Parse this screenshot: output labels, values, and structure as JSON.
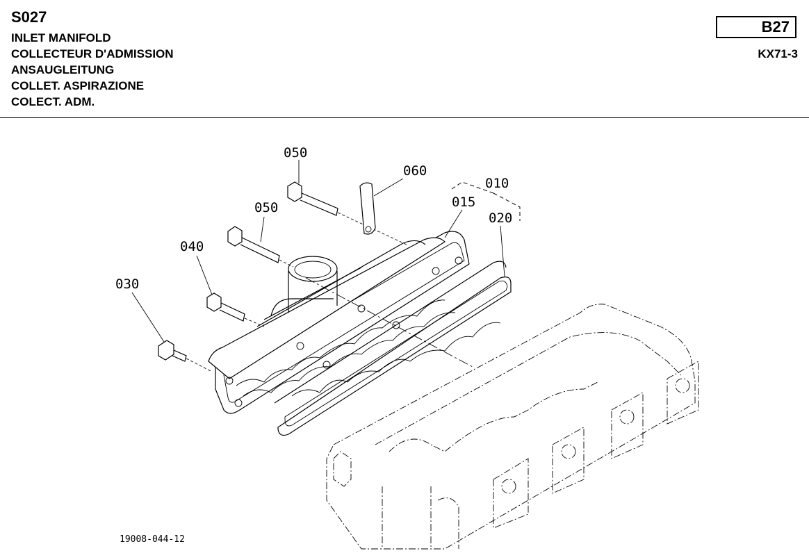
{
  "header": {
    "code": "S027",
    "titles": [
      "INLET MANIFOLD",
      "COLLECTEUR D'ADMISSION",
      "ANSAUGLEITUNG",
      "COLLET. ASPIRAZIONE",
      "COLECT. ADM."
    ],
    "badge": "B27",
    "model": "KX71-3"
  },
  "diagram": {
    "callouts": {
      "c050_top": "050",
      "c060": "060",
      "c010": "010",
      "c015": "015",
      "c020": "020",
      "c050_mid": "050",
      "c040": "040",
      "c030": "030"
    },
    "reference": "19008-044-12"
  }
}
